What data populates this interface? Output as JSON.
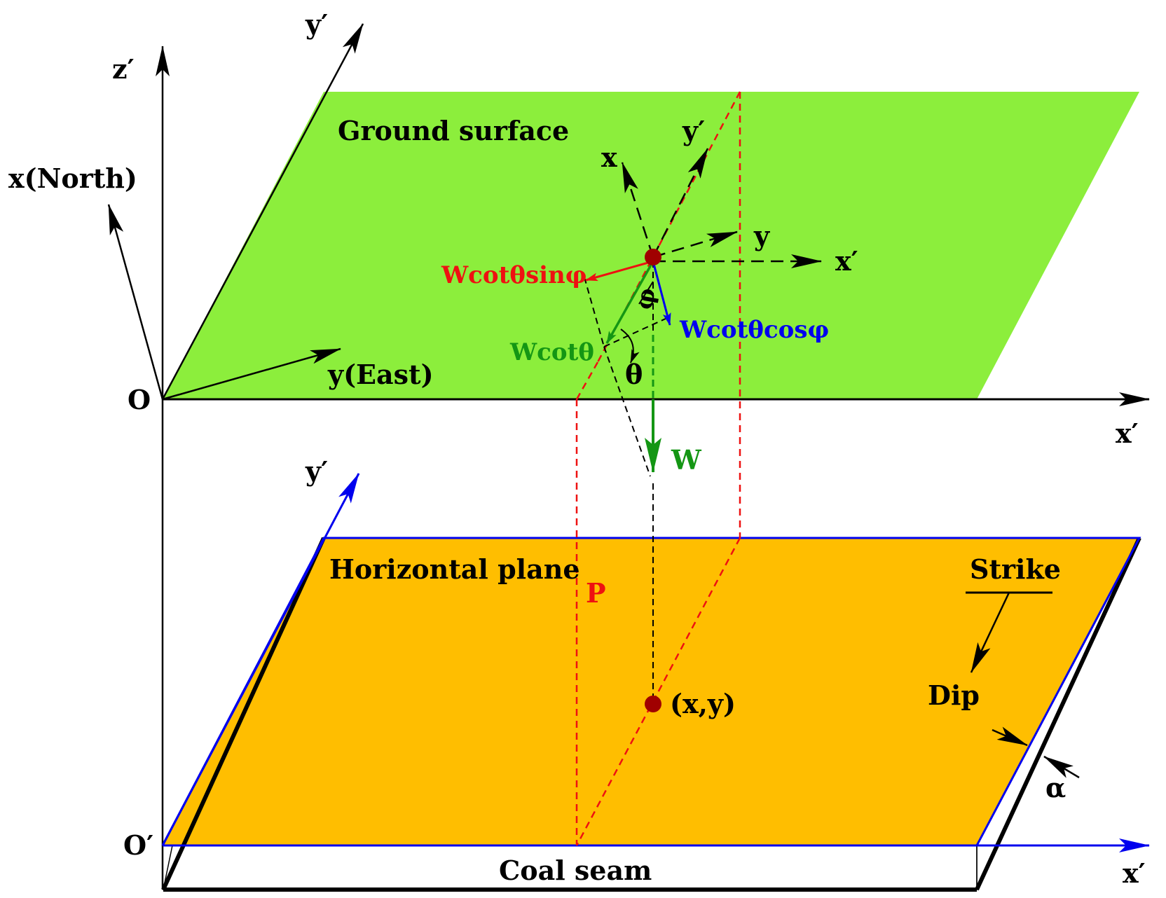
{
  "colors": {
    "ground": "#8CEE3C",
    "seam_top": "#FFBE00",
    "red": "#EE1111",
    "green": "#149614",
    "blue": "#0000EE",
    "dark_red": "#A00000",
    "black": "#000000"
  },
  "labels": {
    "z_prime_axis": "z′",
    "y_prime_top": "y′",
    "x_north": "x(North)",
    "y_east": "y(East)",
    "origin": "O",
    "x_prime_mid_axis": "x′",
    "ground_surface": "Ground surface",
    "local_x": "x",
    "local_y_prime": "y′",
    "local_y": "y",
    "local_x_prime": "x′",
    "w_cot_sin": "Wcotθsinφ",
    "w_cot_cos": "Wcotθcosφ",
    "w_cot": "Wcotθ",
    "phi": "φ",
    "theta": "θ",
    "w": "W",
    "y_prime_lower": "y′",
    "horizontal_plane": "Horizontal plane",
    "p_label": "P",
    "strike": "Strike",
    "dip": "Dip",
    "alpha": "α",
    "point_xy": "(x,y)",
    "origin_prime": "O′",
    "coal_seam": "Coal seam",
    "x_prime_bottom_axis": "x′"
  }
}
